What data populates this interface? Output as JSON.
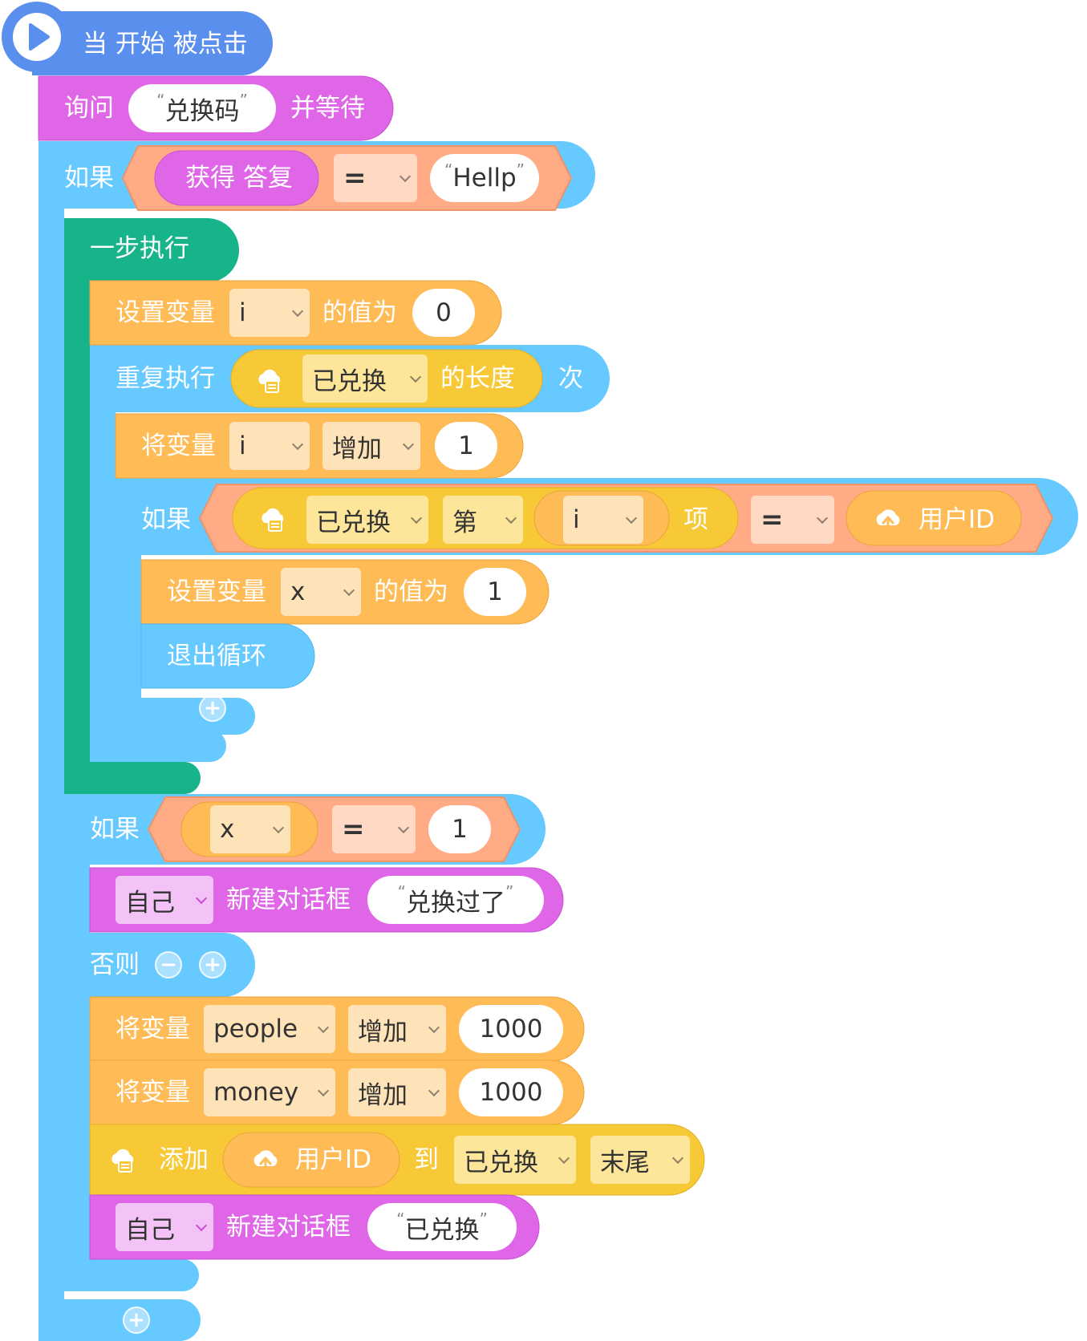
{
  "hat": {
    "label": "当 开始 被点击"
  },
  "ask": {
    "label": "询问",
    "value": "兑换码",
    "suffix": "并等待"
  },
  "if1": {
    "label": "如果",
    "reporter": "获得 答复",
    "op": "=",
    "value": "Hellp"
  },
  "step": {
    "label": "一步执行"
  },
  "set_i": {
    "label": "设置变量",
    "var": "i",
    "mid": "的值为",
    "value": "0"
  },
  "repeat": {
    "label": "重复执行",
    "list": "已兑换",
    "mid": "的长度",
    "suffix": "次"
  },
  "inc_i": {
    "label": "将变量",
    "var": "i",
    "op": "增加",
    "value": "1"
  },
  "if2": {
    "label": "如果",
    "list": "已兑换",
    "nth": "第",
    "index_var": "i",
    "item": "项",
    "op": "=",
    "cloud_var": "用户ID"
  },
  "set_x": {
    "label": "设置变量",
    "var": "x",
    "mid": "的值为",
    "value": "1"
  },
  "break": {
    "label": "退出循环"
  },
  "if3": {
    "label": "如果",
    "var": "x",
    "op": "=",
    "value": "1"
  },
  "say1": {
    "target": "自己",
    "label": "新建对话框",
    "value": "兑换过了"
  },
  "else": {
    "label": "否则",
    "minus": "−",
    "plus": "+"
  },
  "inc_people": {
    "label": "将变量",
    "var": "people",
    "op": "增加",
    "value": "1000"
  },
  "inc_money": {
    "label": "将变量",
    "var": "money",
    "op": "增加",
    "value": "1000"
  },
  "add": {
    "label": "添加",
    "item": "用户ID",
    "mid": "到",
    "list": "已兑换",
    "pos": "末尾"
  },
  "say2": {
    "target": "自己",
    "label": "新建对话框",
    "value": "已兑换"
  },
  "buttons": {
    "plus": "+"
  },
  "colors": {
    "event": "#5b8fee",
    "looks": "#e066e8",
    "control": "#66c9ff",
    "ops": "#ffab85",
    "step": "#17b38a",
    "var": "#ffbb55",
    "list": "#f8c936"
  }
}
